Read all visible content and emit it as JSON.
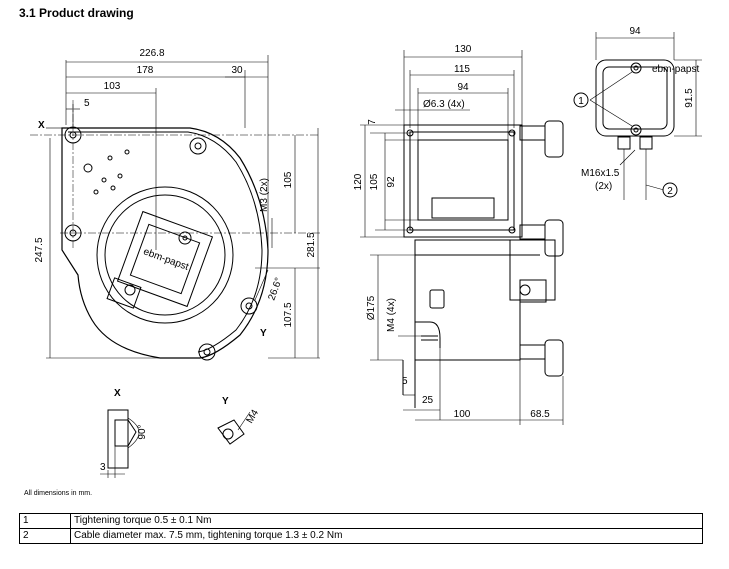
{
  "section_title": "3.1 Product drawing",
  "dimension_labels": {
    "front": {
      "width_total": "226.8",
      "width_178": "178",
      "width_103": "103",
      "width_30": "30",
      "offset_5": "5",
      "height_247": "247.5",
      "height_281": "281.5",
      "height_105": "105",
      "height_107": "107.5",
      "thread": "M3 (2x)",
      "angle": "26.6°"
    },
    "side": {
      "width_130": "130",
      "width_115": "115",
      "width_94": "94",
      "hole": "Ø6.3 (4x)",
      "offset_7": "7",
      "height_120": "120",
      "height_105": "105",
      "height_92": "92",
      "diameter": "Ø175",
      "thread": "M4 (4x)",
      "offset_5": "5",
      "offset_25": "25",
      "depth_100": "100",
      "depth_68": "68.5"
    },
    "box": {
      "width_94": "94",
      "height_91": "91.5",
      "gland": "M16x1.5",
      "gland_count": "(2x)"
    },
    "details": {
      "detail_x": "X",
      "detail_y": "Y",
      "angle_x": "90°",
      "dim_3": "3",
      "thread_y": "M4"
    }
  },
  "view_markers": {
    "x": "X",
    "y": "Y",
    "callout_1": "1",
    "callout_2": "2"
  },
  "logo_text": "ebm-papst",
  "footnote": "All dimensions in mm.",
  "legend": [
    {
      "num": "1",
      "text": "Tightening torque 0.5 ± 0.1 Nm"
    },
    {
      "num": "2",
      "text": "Cable diameter max. 7.5 mm, tightening torque 1.3 ± 0.2 Nm"
    }
  ]
}
